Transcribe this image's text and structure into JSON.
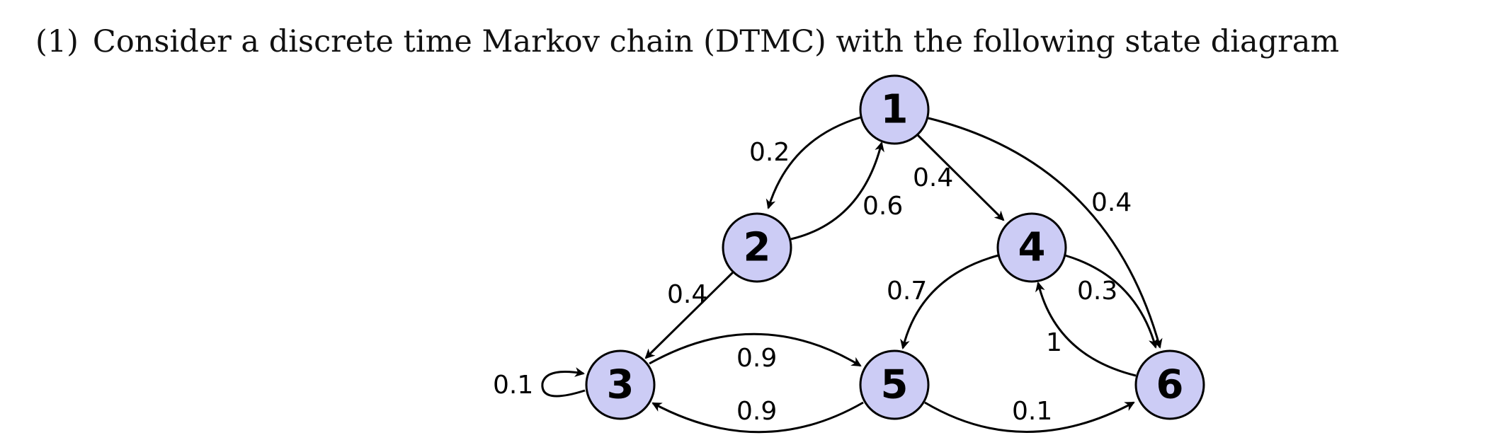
{
  "problem": {
    "number": "(1)",
    "text": "Consider a discrete time Markov chain (DTMC) with the following state diagram"
  },
  "diagram": {
    "colors": {
      "node_fill": "#ccccf5",
      "stroke": "#000000"
    },
    "nodes": [
      {
        "id": "1",
        "label": "1"
      },
      {
        "id": "2",
        "label": "2"
      },
      {
        "id": "3",
        "label": "3"
      },
      {
        "id": "4",
        "label": "4"
      },
      {
        "id": "5",
        "label": "5"
      },
      {
        "id": "6",
        "label": "6"
      }
    ],
    "edges": [
      {
        "from": "1",
        "to": "2",
        "label": "0.2"
      },
      {
        "from": "2",
        "to": "1",
        "label": "0.6"
      },
      {
        "from": "1",
        "to": "4",
        "label": "0.4"
      },
      {
        "from": "1",
        "to": "6",
        "label": "0.4"
      },
      {
        "from": "2",
        "to": "3",
        "label": "0.4"
      },
      {
        "from": "3",
        "to": "3",
        "label": "0.1"
      },
      {
        "from": "3",
        "to": "5",
        "label": "0.9"
      },
      {
        "from": "5",
        "to": "3",
        "label": "0.9"
      },
      {
        "from": "4",
        "to": "5",
        "label": "0.7"
      },
      {
        "from": "4",
        "to": "6",
        "label": "0.3"
      },
      {
        "from": "6",
        "to": "4",
        "label": "1"
      },
      {
        "from": "5",
        "to": "6",
        "label": "0.1"
      }
    ]
  }
}
